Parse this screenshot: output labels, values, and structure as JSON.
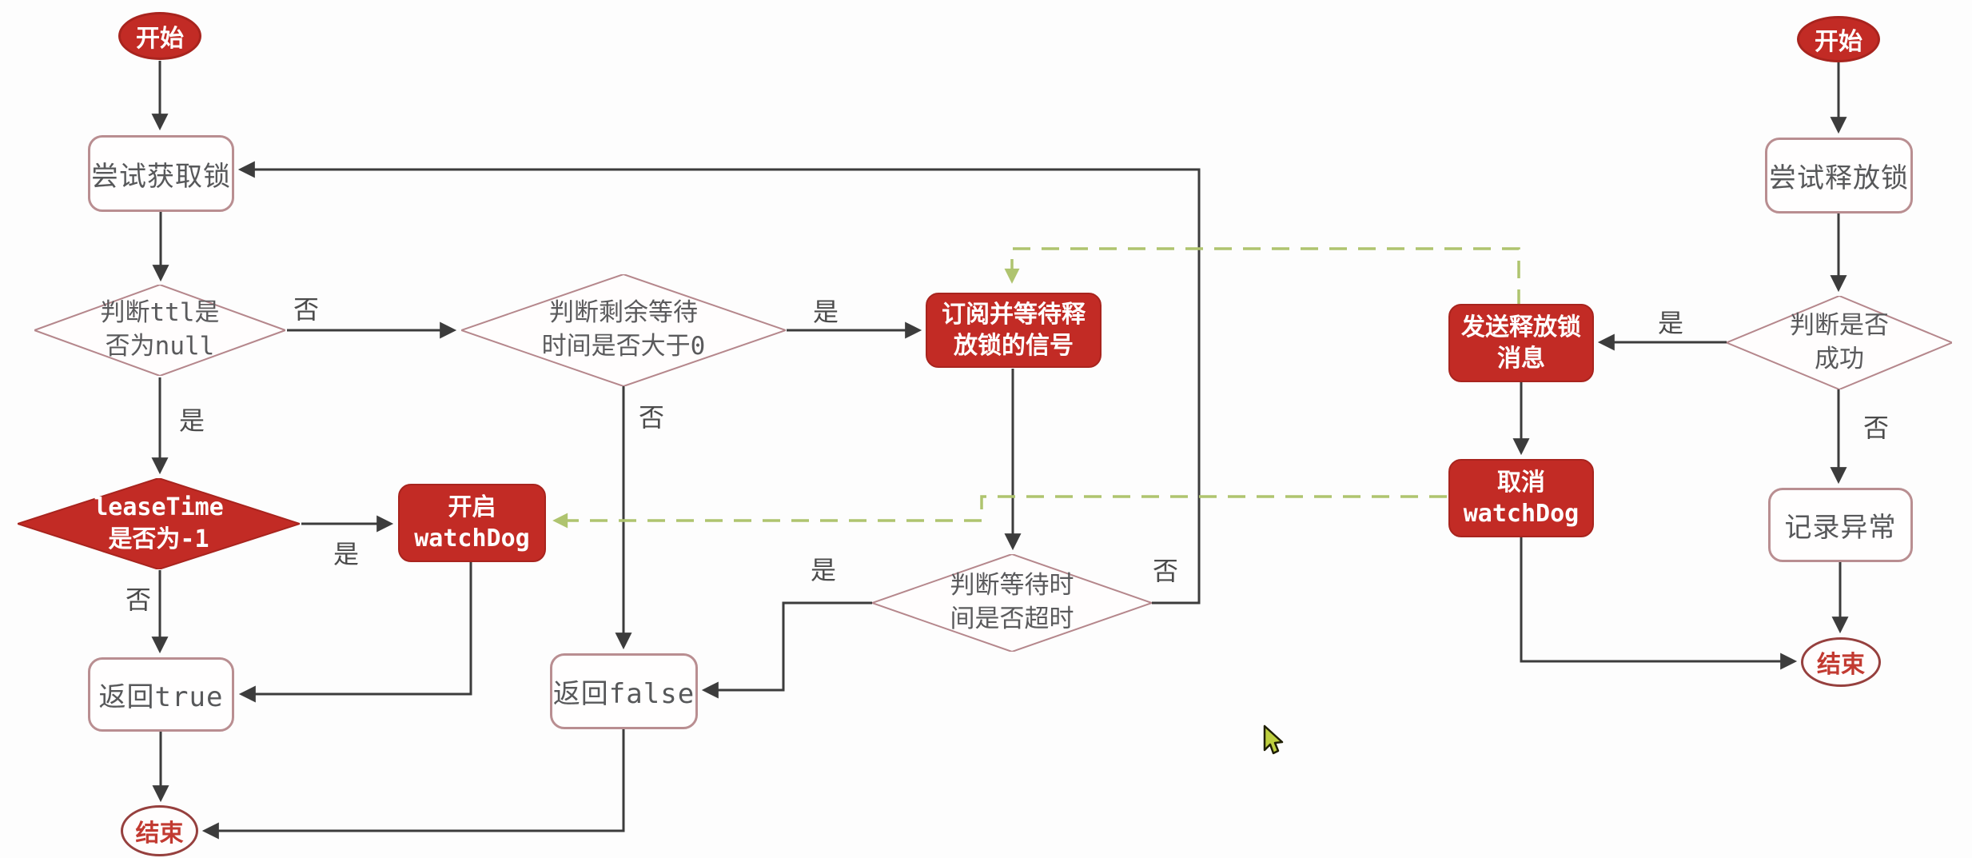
{
  "colors": {
    "node_red": "#c22b25",
    "node_red_border": "#a8241e",
    "box_border": "#b98e91",
    "line": "#3c3c3c",
    "green_dashed": "#afc46f",
    "end_border": "#96403e",
    "end_text": "#c23a31",
    "label_text": "#4b4b4b",
    "box_text": "#57585a"
  },
  "nodes": {
    "start_left": {
      "label": "开始"
    },
    "try_acquire": {
      "label": "尝试获取锁"
    },
    "check_ttl": {
      "line1": "判断ttl是",
      "line2": "否为null"
    },
    "check_remain": {
      "line1": "判断剩余等待",
      "line2": "时间是否大于0"
    },
    "subscribe": {
      "line1": "订阅并等待释",
      "line2": "放锁的信号"
    },
    "check_lease": {
      "line1": "leaseTime",
      "line2": "是否为-1"
    },
    "start_watchdog": {
      "line1": "开启",
      "line2": "watchDog"
    },
    "return_true": {
      "label": "返回true"
    },
    "return_false": {
      "label": "返回false"
    },
    "check_timeout": {
      "line1": "判断等待时",
      "line2": "间是否超时"
    },
    "end_left": {
      "label": "结束"
    },
    "send_release": {
      "line1": "发送释放锁",
      "line2": "消息"
    },
    "cancel_watchdog": {
      "line1": "取消",
      "line2": "watchDog"
    },
    "start_right": {
      "label": "开始"
    },
    "try_release": {
      "label": "尝试释放锁"
    },
    "check_success": {
      "line1": "判断是否",
      "line2": "成功"
    },
    "log_exception": {
      "label": "记录异常"
    },
    "end_right": {
      "label": "结束"
    }
  },
  "edge_labels": {
    "ttl_no": "否",
    "ttl_yes": "是",
    "remain_yes": "是",
    "remain_no": "否",
    "lease_yes": "是",
    "lease_no": "否",
    "timeout_yes": "是",
    "timeout_no": "否",
    "success_yes": "是",
    "success_no": "否"
  },
  "cursor": {
    "icon": "cursor-arrow"
  }
}
